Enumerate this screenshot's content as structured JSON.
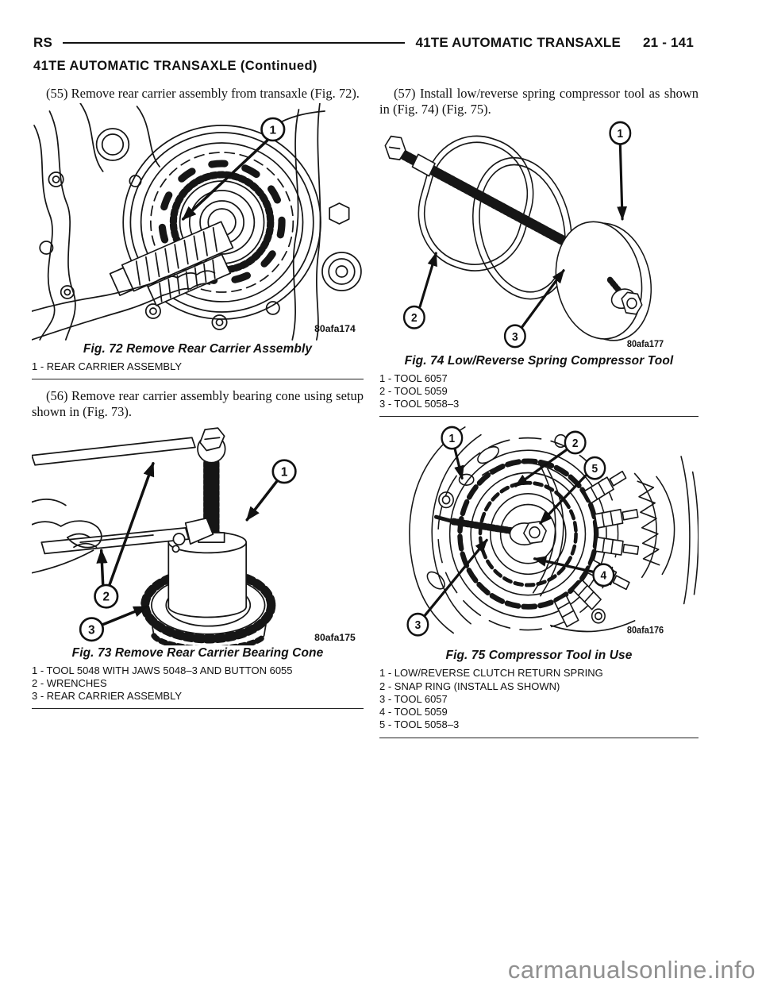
{
  "header": {
    "model_code": "RS",
    "section_title": "41TE AUTOMATIC TRANSAXLE",
    "page_number": "21 - 141",
    "continued_heading": "41TE AUTOMATIC TRANSAXLE (Continued)"
  },
  "left": {
    "para55": "(55) Remove rear carrier assembly from transaxle (Fig. 72).",
    "fig72": {
      "caption": "Fig. 72 Remove Rear Carrier Assembly",
      "code": "80afa174",
      "callouts": [
        "1"
      ],
      "legend": [
        "1 - REAR CARRIER ASSEMBLY"
      ]
    },
    "para56": "(56) Remove rear carrier assembly bearing cone using setup shown in (Fig. 73).",
    "fig73": {
      "caption": "Fig. 73 Remove Rear Carrier Bearing Cone",
      "code": "80afa175",
      "callouts": [
        "1",
        "2",
        "3"
      ],
      "legend": [
        "1 - TOOL 5048 WITH JAWS 5048–3 AND BUTTON 6055",
        "2 - WRENCHES",
        "3 - REAR CARRIER ASSEMBLY"
      ]
    }
  },
  "right": {
    "para57": "(57) Install low/reverse spring compressor tool as shown in (Fig. 74) (Fig. 75).",
    "fig74": {
      "caption": "Fig. 74 Low/Reverse Spring Compressor Tool",
      "code": "80afa177",
      "callouts": [
        "1",
        "2",
        "3"
      ],
      "legend": [
        "1 - TOOL 6057",
        "2 - TOOL 5059",
        "3 - TOOL 5058–3"
      ]
    },
    "fig75": {
      "caption": "Fig. 75 Compressor Tool in Use",
      "code": "80afa176",
      "callouts": [
        "1",
        "2",
        "3",
        "4",
        "5"
      ],
      "legend": [
        "1 - LOW/REVERSE CLUTCH RETURN SPRING",
        "2 - SNAP RING (INSTALL AS SHOWN)",
        "3 - TOOL 6057",
        "4 - TOOL 5059",
        "5 - TOOL 5058–3"
      ]
    }
  },
  "watermark": "carmanualsonline.info"
}
